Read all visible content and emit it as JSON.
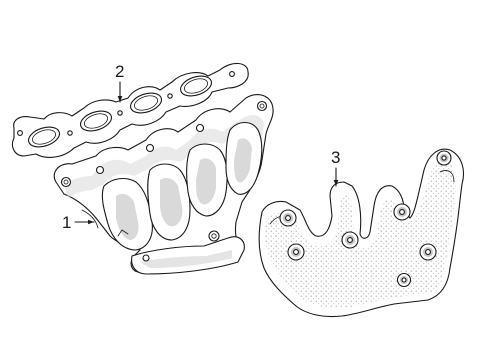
{
  "diagram": {
    "callouts": [
      {
        "id": "1",
        "label": "1",
        "part": "exhaust-manifold"
      },
      {
        "id": "2",
        "label": "2",
        "part": "manifold-gasket"
      },
      {
        "id": "3",
        "label": "3",
        "part": "heat-shield"
      }
    ]
  },
  "colors": {
    "line": "#1a1a1a",
    "shade": "#d9d9d9",
    "background": "#ffffff"
  }
}
